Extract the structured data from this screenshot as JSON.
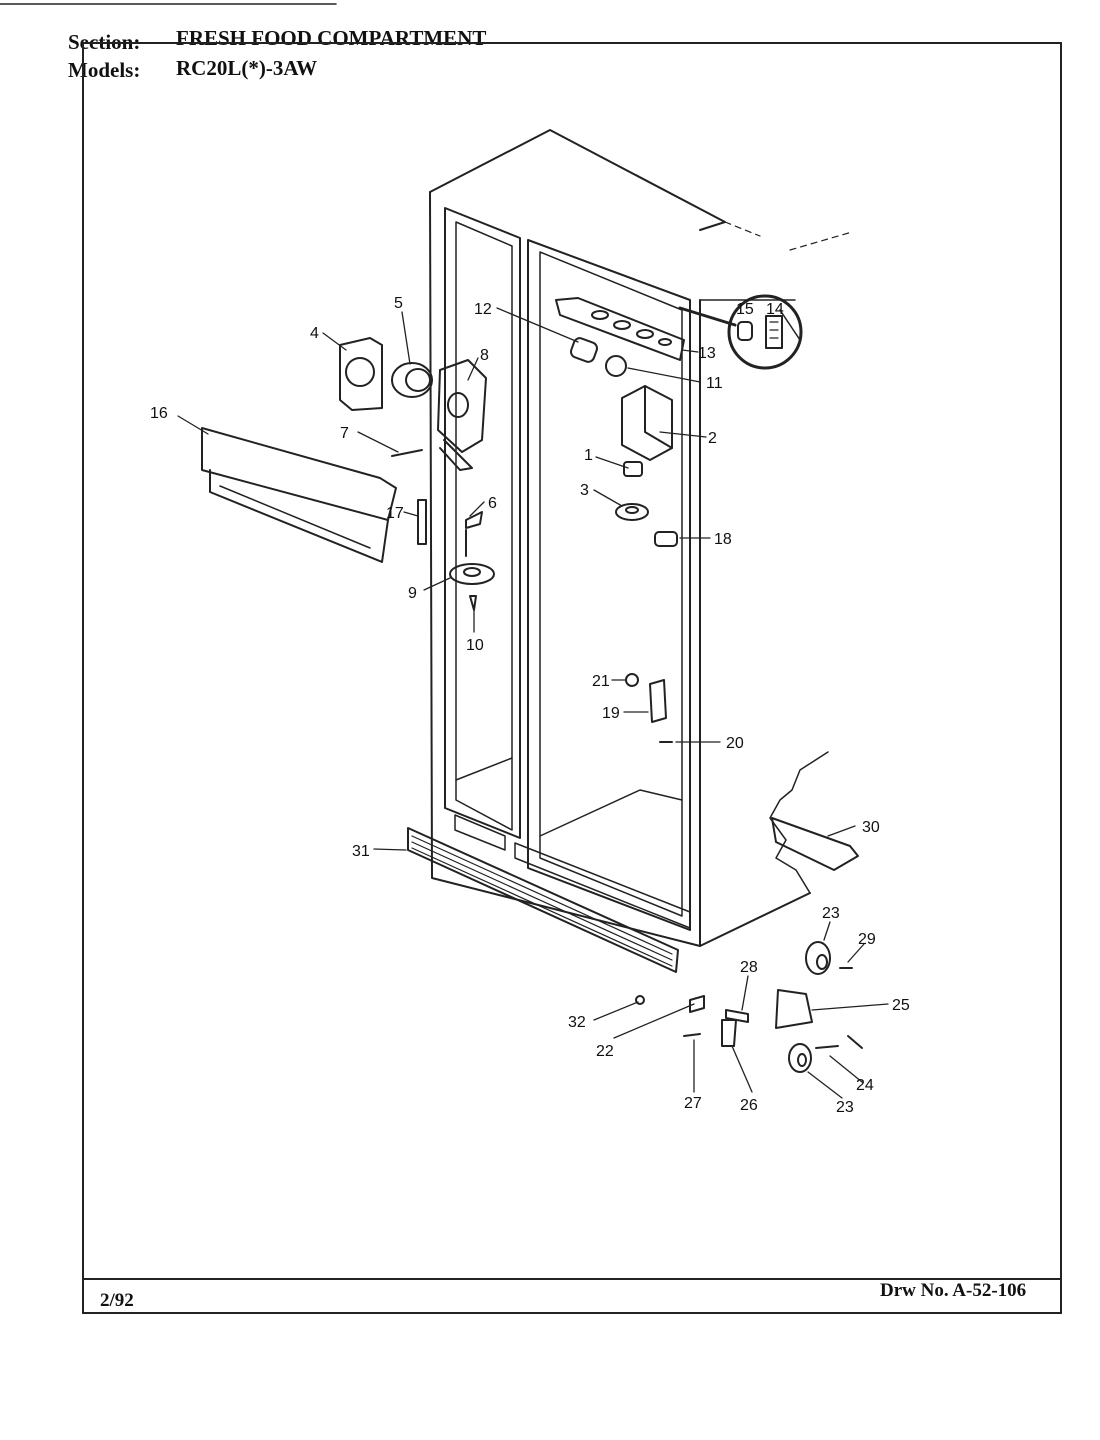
{
  "header": {
    "section_label": "Section:",
    "section_value": "FRESH FOOD COMPARTMENT",
    "models_label": "Models:",
    "models_value": "RC20L(*)-3AW"
  },
  "footer": {
    "date": "2/92",
    "drawing_number": "Drw No. A-52-106"
  },
  "callouts": [
    "1",
    "2",
    "3",
    "4",
    "5",
    "6",
    "7",
    "8",
    "9",
    "10",
    "11",
    "12",
    "13",
    "14",
    "15",
    "16",
    "17",
    "18",
    "19",
    "20",
    "21",
    "22",
    "23",
    "24",
    "25",
    "26",
    "27",
    "28",
    "29",
    "30",
    "31",
    "32"
  ]
}
